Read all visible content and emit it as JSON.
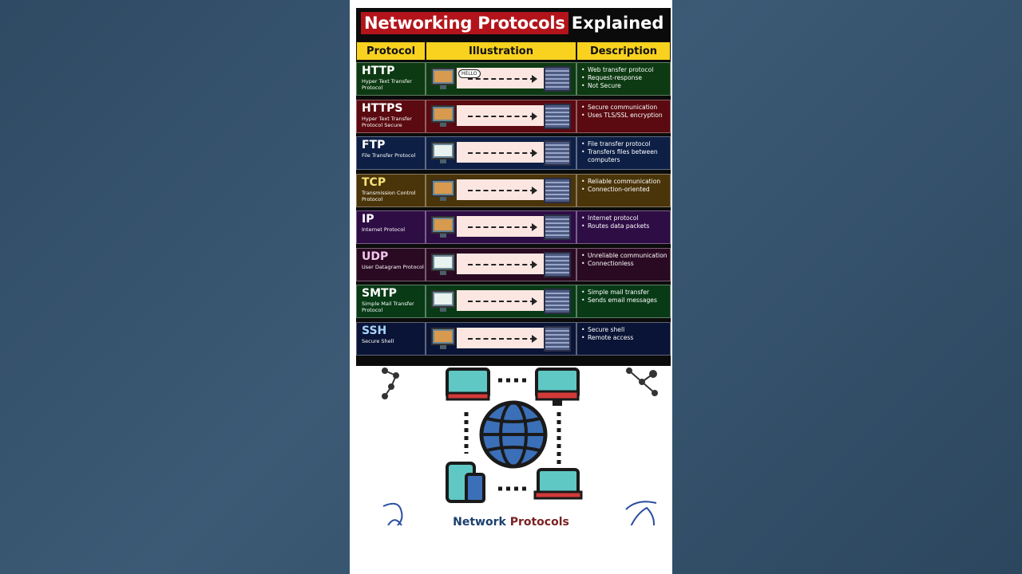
{
  "title": {
    "highlight": "Networking Protocols",
    "rest": "Explained"
  },
  "headers": {
    "protocol": "Protocol",
    "illustration": "Illustration",
    "description": "Description"
  },
  "http_bubble": "HELLO",
  "rows": [
    {
      "name": "HTTP",
      "full": "Hyper Text Transfer Protocol",
      "color": "#0d3a12",
      "name_color": "#ffffff",
      "desc": [
        "Web transfer protocol",
        "Request-response",
        "Not Secure"
      ]
    },
    {
      "name": "HTTPS",
      "full": "Hyper Text Transfer Protocol Secure",
      "color": "#5a0a10",
      "name_color": "#ffffff",
      "desc": [
        "Secure communication",
        "Uses TLS/SSL encryption"
      ]
    },
    {
      "name": "FTP",
      "full": "File Transfer Protocol",
      "color": "#0d1f45",
      "name_color": "#ffffff",
      "desc": [
        "File transfer protocol",
        "Transfers files between computers"
      ]
    },
    {
      "name": "TCP",
      "full": "Transmission Control Protocol",
      "color": "#4a3409",
      "name_color": "#f7e27a",
      "desc": [
        "Reliable communication",
        "Connection-oriented"
      ]
    },
    {
      "name": "IP",
      "full": "Internet Protocol",
      "color": "#2e0d45",
      "name_color": "#ffffff",
      "desc": [
        "Internet protocol",
        "Routes data packets"
      ]
    },
    {
      "name": "UDP",
      "full": "User Datagram Protocol",
      "color": "#2a0a22",
      "name_color": "#f4c6ee",
      "desc": [
        "Unreliable communication",
        "Connectionless"
      ]
    },
    {
      "name": "SMTP",
      "full": "Simple Mail Transfer Protocol",
      "color": "#083a16",
      "name_color": "#ffffff",
      "desc": [
        "Simple mail transfer",
        "Sends email messages"
      ]
    },
    {
      "name": "SSH",
      "full": "Secure Shell",
      "color": "#0a1436",
      "name_color": "#a8d4ff",
      "desc": [
        "Secure shell",
        "Remote access"
      ]
    }
  ],
  "caption": {
    "part1": "Network",
    "part2": "Protocols"
  }
}
